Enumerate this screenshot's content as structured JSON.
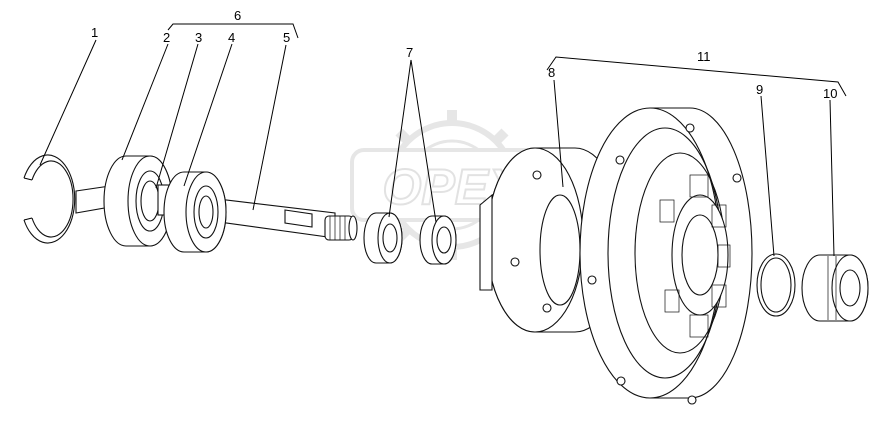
{
  "watermark": {
    "text": "OPEX"
  },
  "labels": {
    "l1": "1",
    "l2": "2",
    "l3": "3",
    "l4": "4",
    "l5": "5",
    "l6": "6",
    "l7": "7",
    "l8": "8",
    "l9": "9",
    "l10": "10",
    "l11": "11"
  }
}
